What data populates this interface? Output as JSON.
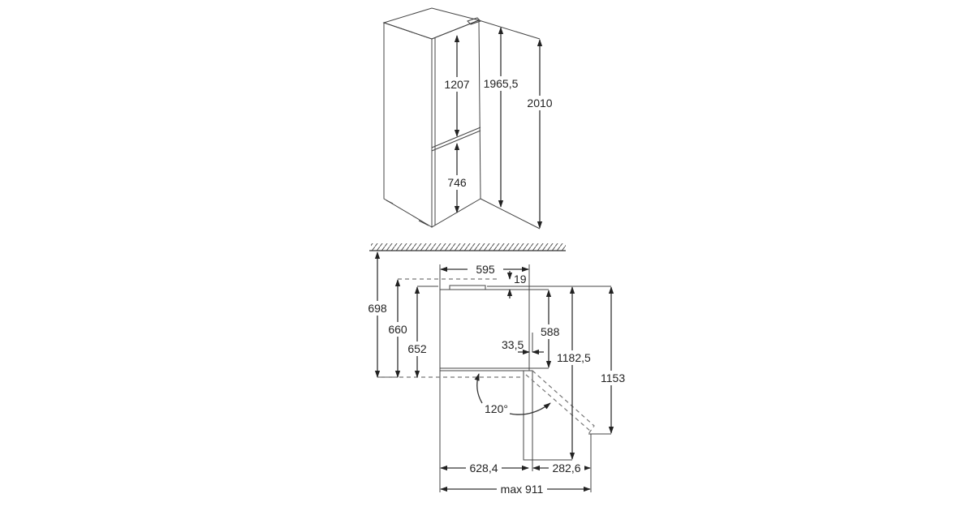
{
  "perspective_view": {
    "dimensions": {
      "fridge_door_height": "1207",
      "freezer_door_height": "746",
      "body_height": "1965,5",
      "total_height": "2010"
    }
  },
  "top_view": {
    "dimensions": {
      "wall_to_front": "698",
      "wall_to_door_660": "660",
      "depth_652": "652",
      "width": "595",
      "hinge_cover": "19",
      "body_depth": "588",
      "door_offset": "33,5",
      "depth_door_open": "1182,5",
      "depth_1153": "1153",
      "opening_angle": "120°",
      "width_628": "628,4",
      "door_overhang": "282,6",
      "max_width": "max 911"
    }
  }
}
